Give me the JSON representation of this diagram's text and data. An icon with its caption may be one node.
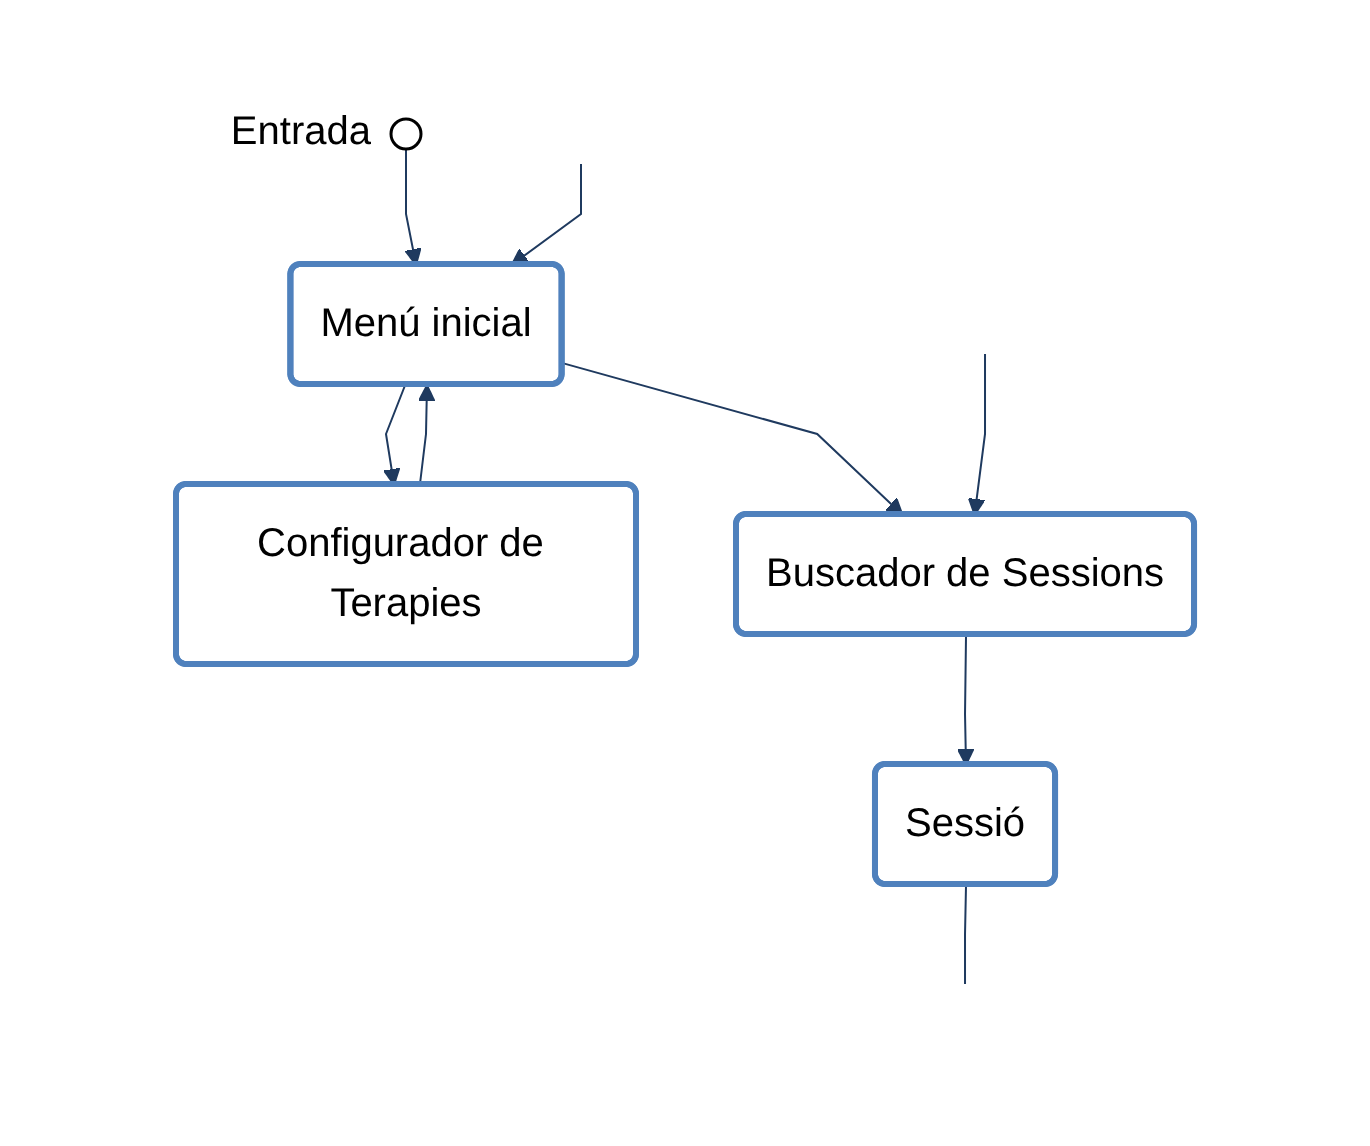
{
  "diagram": {
    "nodes": [
      {
        "text": [],
        "shape": "circle",
        "beside": [
          "Entrada"
        ]
      },
      {
        "text": [
          "Menú inicial"
        ]
      },
      {
        "text": [
          "Configurador de Terapies"
        ]
      },
      {
        "text": [
          "Buscador de Sessions"
        ]
      },
      {
        "text": [
          "Sessió"
        ]
      }
    ],
    "edges": [
      {
        "from": 0,
        "to": 1,
        "arrow": "to"
      },
      {
        "from": 1,
        "to": 2,
        "arrow": "to"
      },
      {
        "from": 1,
        "to": 3,
        "arrow": "to"
      },
      {
        "from": 2,
        "to": 1,
        "arrow": "to"
      },
      {
        "from": null,
        "to": 1,
        "arrow": "to"
      },
      {
        "from": null,
        "to": 3,
        "arrow": "to"
      },
      {
        "from": 3,
        "to": 4,
        "arrow": "to"
      },
      {
        "from": 4,
        "to": null,
        "arrow": "none"
      }
    ]
  }
}
